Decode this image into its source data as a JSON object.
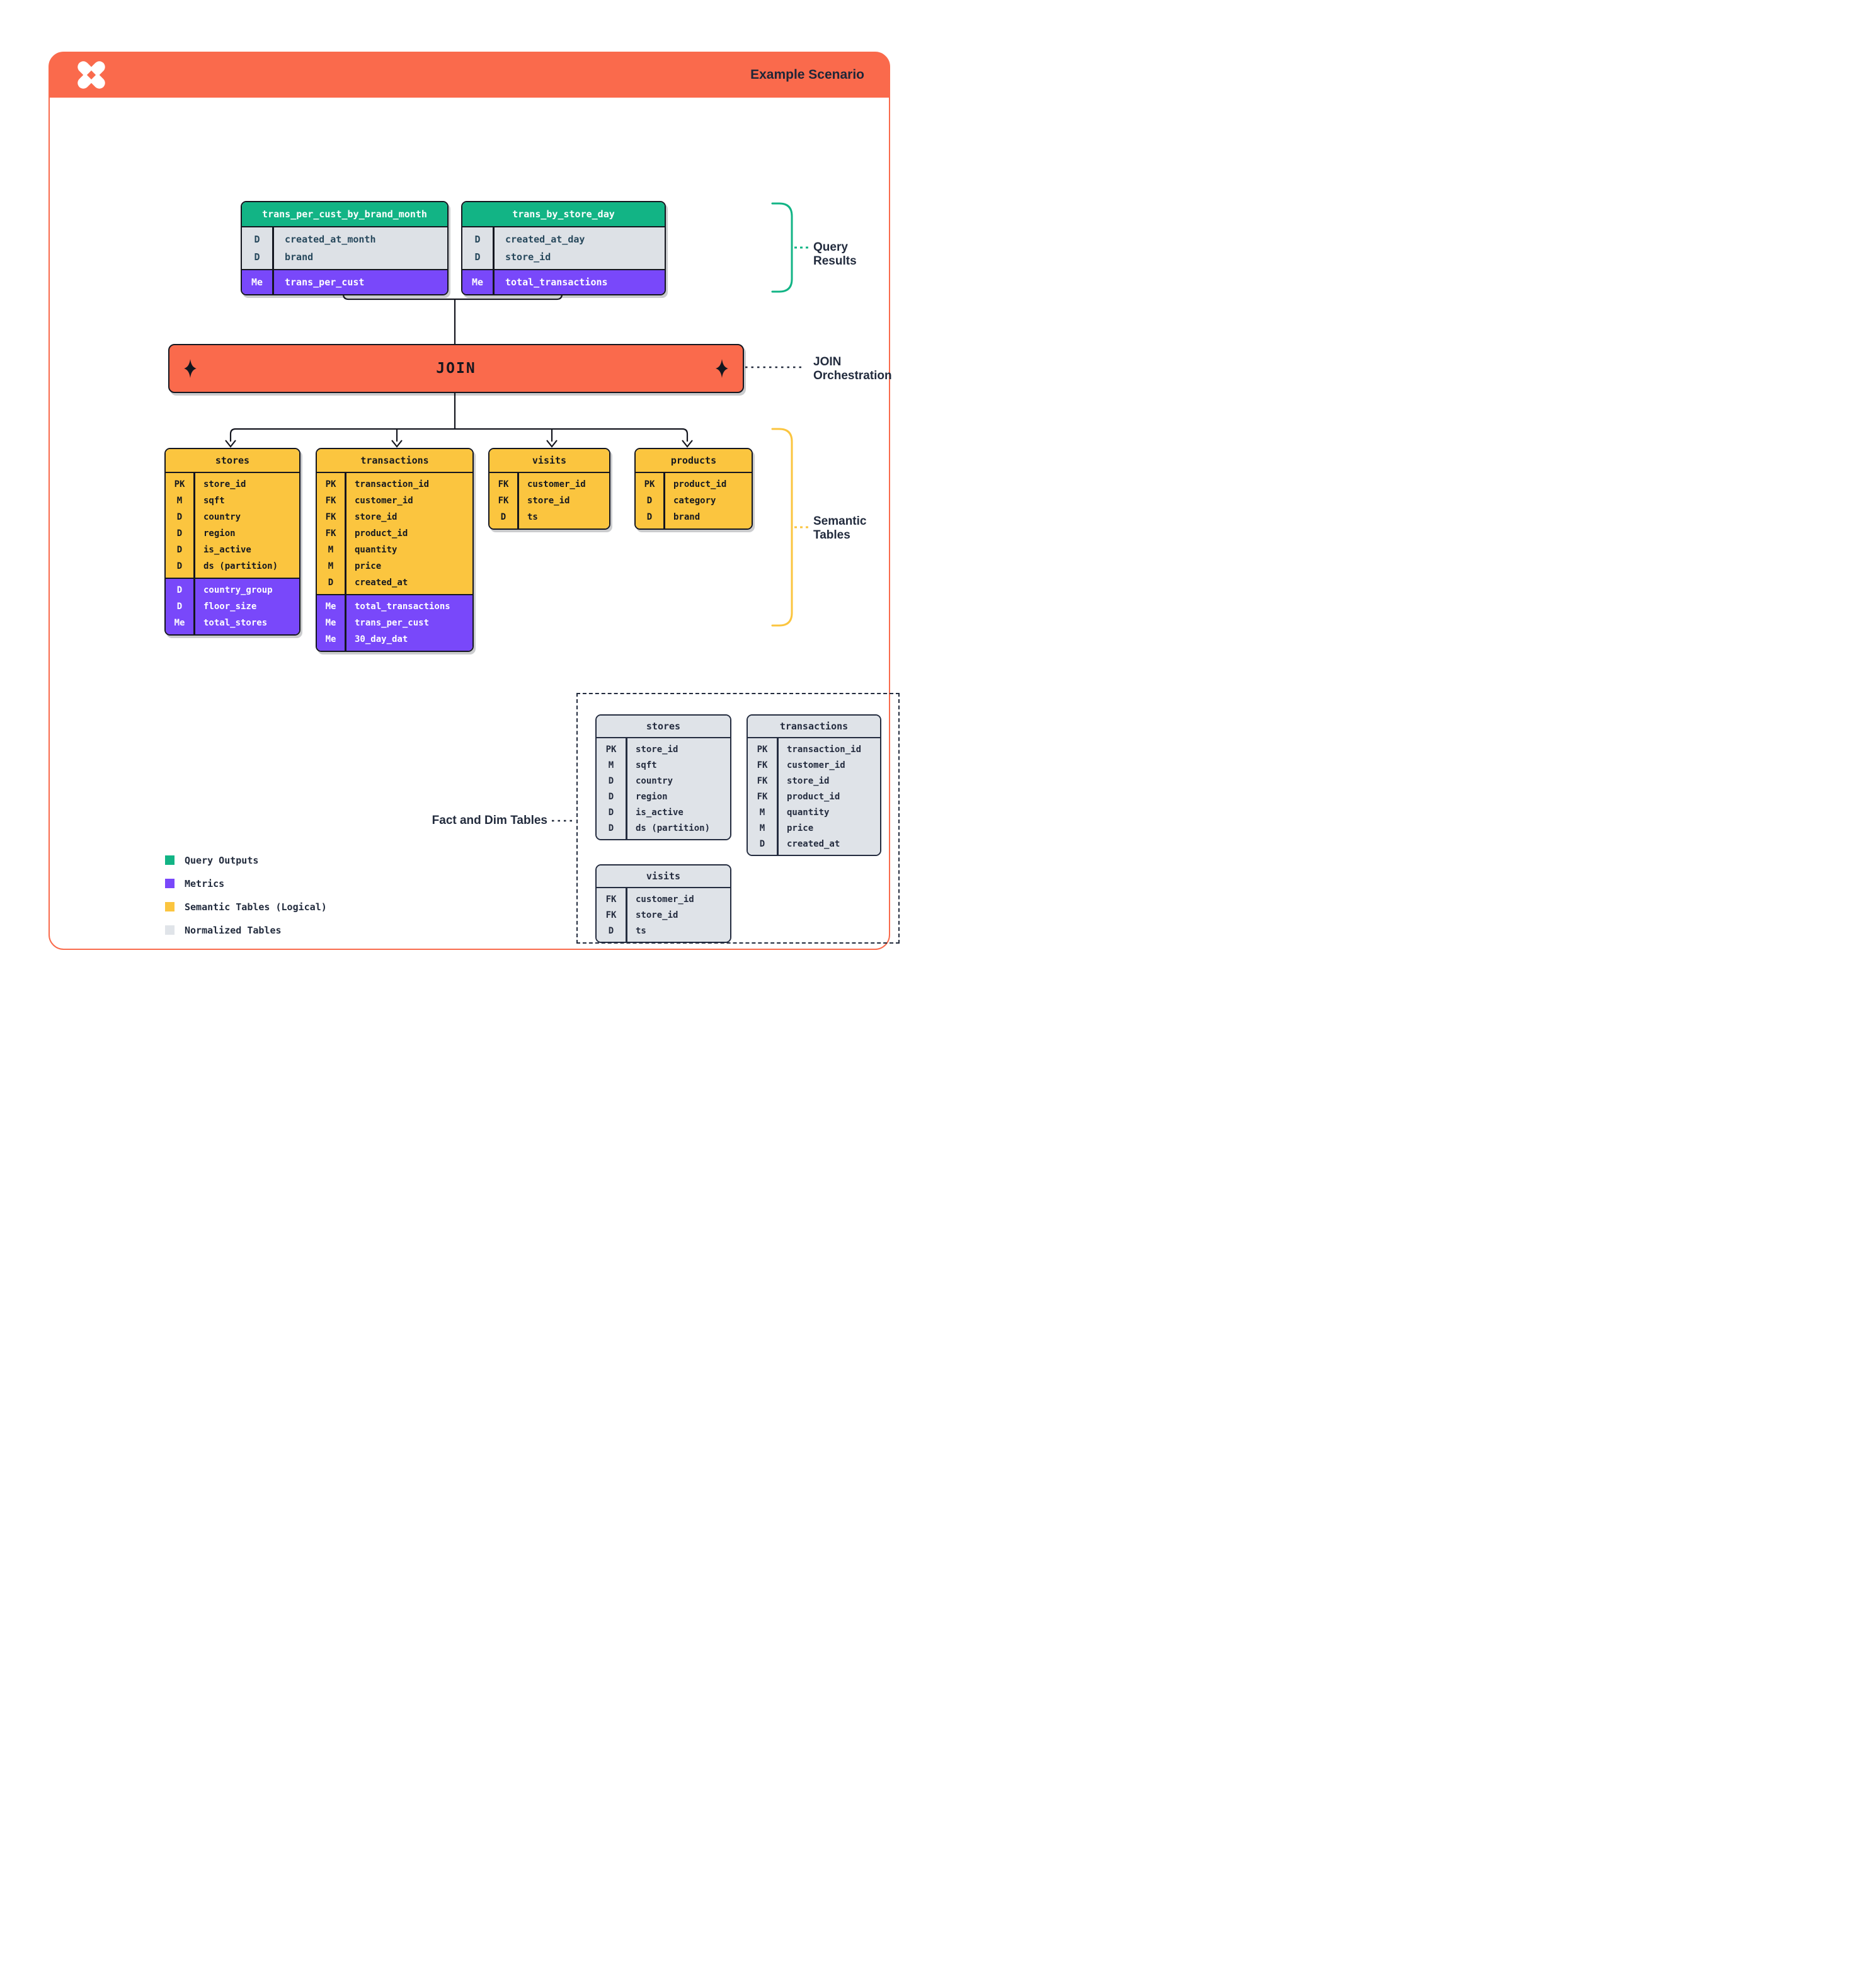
{
  "header": {
    "title": "Example Scenario"
  },
  "join": {
    "label": "JOIN"
  },
  "annotations": {
    "query_results": "Query Results",
    "join_orchestration": "JOIN Orchestration",
    "semantic_tables": "Semantic Tables",
    "fact_dim": "Fact and Dim Tables"
  },
  "query_results": {
    "tables": [
      {
        "name": "trans_per_cust_by_brand_month",
        "columns": [
          [
            "D",
            "created_at_month"
          ],
          [
            "D",
            "brand"
          ]
        ],
        "metrics": [
          [
            "Me",
            "trans_per_cust"
          ]
        ]
      },
      {
        "name": "trans_by_store_day",
        "columns": [
          [
            "D",
            "created_at_day"
          ],
          [
            "D",
            "store_id"
          ]
        ],
        "metrics": [
          [
            "Me",
            "total_transactions"
          ]
        ]
      }
    ]
  },
  "semantic_tables": {
    "tables": [
      {
        "name": "stores",
        "columns": [
          [
            "PK",
            "store_id"
          ],
          [
            "M",
            "sqft"
          ],
          [
            "D",
            "country"
          ],
          [
            "D",
            "region"
          ],
          [
            "D",
            "is_active"
          ],
          [
            "D",
            "ds (partition)"
          ]
        ],
        "metrics": [
          [
            "D",
            "country_group"
          ],
          [
            "D",
            "floor_size"
          ],
          [
            "Me",
            "total_stores"
          ]
        ]
      },
      {
        "name": "transactions",
        "columns": [
          [
            "PK",
            "transaction_id"
          ],
          [
            "FK",
            "customer_id"
          ],
          [
            "FK",
            "store_id"
          ],
          [
            "FK",
            "product_id"
          ],
          [
            "M",
            "quantity"
          ],
          [
            "M",
            "price"
          ],
          [
            "D",
            "created_at"
          ]
        ],
        "metrics": [
          [
            "Me",
            "total_transactions"
          ],
          [
            "Me",
            "trans_per_cust"
          ],
          [
            "Me",
            "30_day_dat"
          ]
        ]
      },
      {
        "name": "visits",
        "columns": [
          [
            "FK",
            "customer_id"
          ],
          [
            "FK",
            "store_id"
          ],
          [
            "D",
            "ts"
          ]
        ],
        "metrics": []
      },
      {
        "name": "products",
        "columns": [
          [
            "PK",
            "product_id"
          ],
          [
            "D",
            "category"
          ],
          [
            "D",
            "brand"
          ]
        ],
        "metrics": []
      }
    ]
  },
  "fact_dim_tables": {
    "tables": [
      {
        "name": "stores",
        "columns": [
          [
            "PK",
            "store_id"
          ],
          [
            "M",
            "sqft"
          ],
          [
            "D",
            "country"
          ],
          [
            "D",
            "region"
          ],
          [
            "D",
            "is_active"
          ],
          [
            "D",
            "ds (partition)"
          ]
        ],
        "metrics": []
      },
      {
        "name": "transactions",
        "columns": [
          [
            "PK",
            "transaction_id"
          ],
          [
            "FK",
            "customer_id"
          ],
          [
            "FK",
            "store_id"
          ],
          [
            "FK",
            "product_id"
          ],
          [
            "M",
            "quantity"
          ],
          [
            "M",
            "price"
          ],
          [
            "D",
            "created_at"
          ]
        ],
        "metrics": []
      },
      {
        "name": "visits",
        "columns": [
          [
            "FK",
            "customer_id"
          ],
          [
            "FK",
            "store_id"
          ],
          [
            "D",
            "ts"
          ]
        ],
        "metrics": []
      }
    ]
  },
  "legend": {
    "items": [
      {
        "color": "#12B485",
        "label": "Query Outputs"
      },
      {
        "color": "#7948FA",
        "label": "Metrics"
      },
      {
        "color": "#FBC53F",
        "label": "Semantic Tables (Logical)"
      },
      {
        "color": "#E0E4E9",
        "label": "Normalized Tables"
      }
    ]
  },
  "colors": {
    "accent_orange": "#FA6A4C",
    "query_output_green": "#12B485",
    "metric_purple": "#7948FA",
    "semantic_yellow": "#FBC53F",
    "normalized_gray": "#DFE3E8",
    "ink_navy": "#222B3D"
  }
}
